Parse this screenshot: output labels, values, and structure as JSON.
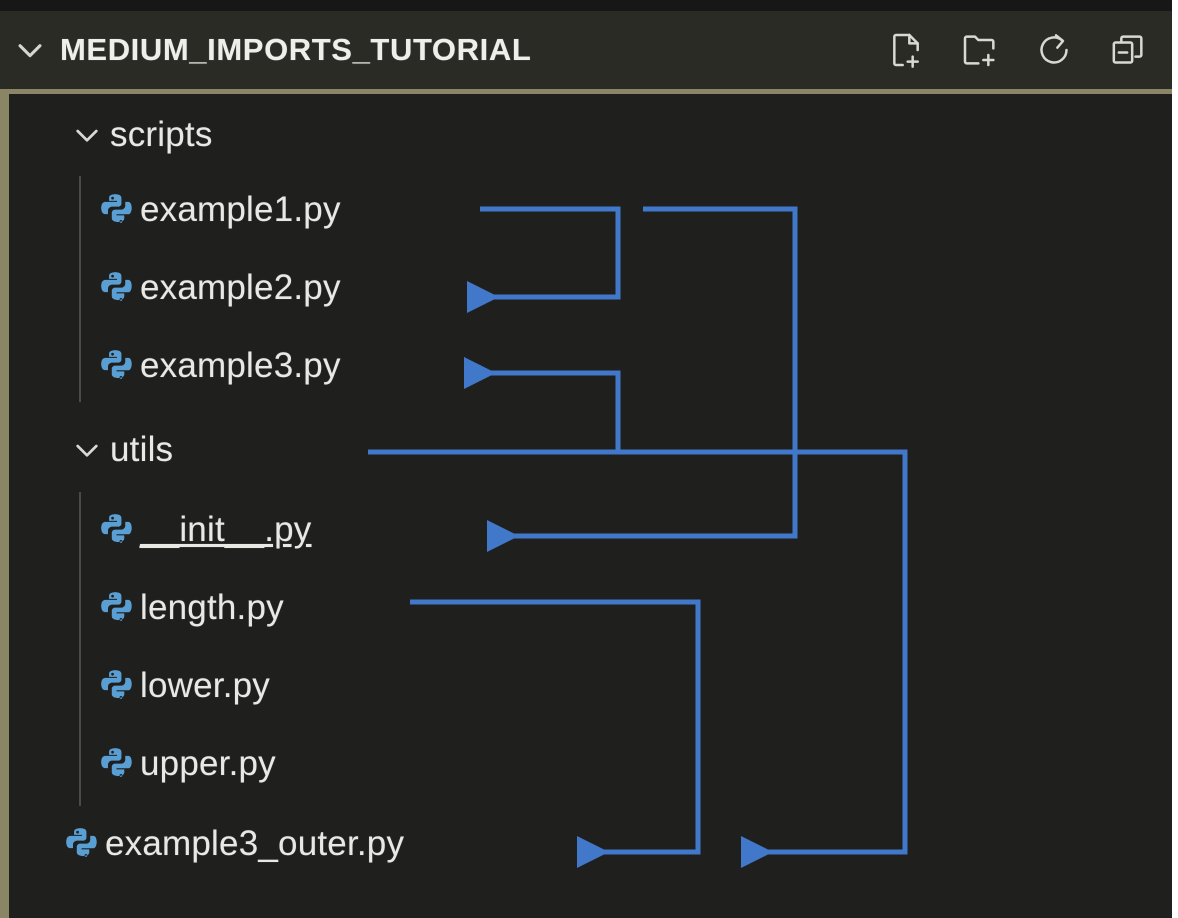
{
  "panel": {
    "title": "MEDIUM_IMPORTS_TUTORIAL",
    "expanded_chevron": "chevron-down",
    "actions": [
      {
        "name": "new-file",
        "label": "New File..."
      },
      {
        "name": "new-folder",
        "label": "New Folder..."
      },
      {
        "name": "refresh-explorer",
        "label": "Refresh Explorer"
      },
      {
        "name": "collapse-folders",
        "label": "Collapse Folders in Explorer"
      }
    ]
  },
  "tree": {
    "items": [
      {
        "id": "scripts",
        "label": "scripts",
        "type": "folder",
        "depth": 1,
        "expanded": true,
        "underlined": false
      },
      {
        "id": "example1",
        "label": "example1.py",
        "type": "python",
        "depth": 2,
        "underlined": false
      },
      {
        "id": "example2",
        "label": "example2.py",
        "type": "python",
        "depth": 2,
        "underlined": false
      },
      {
        "id": "example3",
        "label": "example3.py",
        "type": "python",
        "depth": 2,
        "underlined": false
      },
      {
        "id": "utils",
        "label": "utils",
        "type": "folder",
        "depth": 1,
        "expanded": true,
        "underlined": false
      },
      {
        "id": "init",
        "label": "__init__.py",
        "type": "python",
        "depth": 2,
        "underlined": true
      },
      {
        "id": "length",
        "label": "length.py",
        "type": "python",
        "depth": 2,
        "underlined": false
      },
      {
        "id": "lower",
        "label": "lower.py",
        "type": "python",
        "depth": 2,
        "underlined": false
      },
      {
        "id": "upper",
        "label": "upper.py",
        "type": "python",
        "depth": 2,
        "underlined": false
      },
      {
        "id": "example3_outer",
        "label": "example3_outer.py",
        "type": "python",
        "depth": 1,
        "underlined": false
      }
    ]
  },
  "annotations": {
    "arrow_color": "#4178ca",
    "edges": [
      {
        "id": "edge-example1-to-example2",
        "from": "example1.py",
        "to": "example2.py"
      },
      {
        "id": "edge-example1-to-init",
        "from": "example1.py",
        "to": "__init__.py"
      },
      {
        "id": "edge-utils-to-example3",
        "from": "utils",
        "to": "example3.py"
      },
      {
        "id": "edge-utils-to-example3-outer",
        "from": "utils",
        "to": "example3_outer.py"
      },
      {
        "id": "edge-length-to-example3-outer",
        "from": "length.py",
        "to": "example3_outer.py"
      }
    ]
  },
  "colors": {
    "panel_background": "#2b2b26",
    "tree_background": "#1f1f1e",
    "divider": "#8a8565",
    "text": "#e8e8e4",
    "python_icon": "#5a9fd4",
    "arrow": "#4178ca"
  }
}
